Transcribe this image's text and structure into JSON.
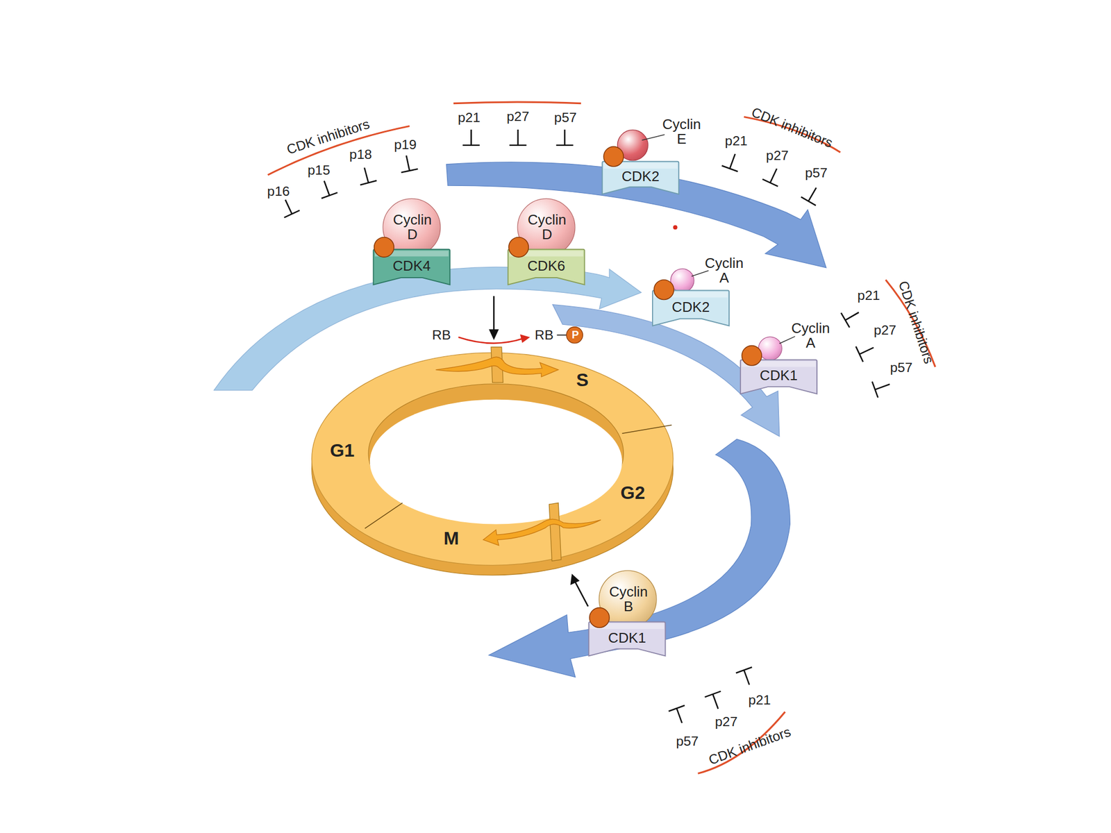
{
  "diagram": {
    "nodes": [
      {
        "text": [
          "Cyclin E"
        ]
      },
      {
        "text": [
          "CDK2"
        ]
      },
      {
        "text": [
          "Cyclin D"
        ]
      },
      {
        "text": [
          "CDK4"
        ]
      },
      {
        "text": [
          "Cyclin D"
        ]
      },
      {
        "text": [
          "CDK6"
        ]
      },
      {
        "text": [
          "Cyclin A"
        ]
      },
      {
        "text": [
          "CDK2"
        ]
      },
      {
        "text": [
          "Cyclin A"
        ]
      },
      {
        "text": [
          "CDK1"
        ]
      },
      {
        "text": [
          "Cyclin B"
        ]
      },
      {
        "text": [
          "CDK1"
        ]
      },
      {
        "text": [
          "P"
        ]
      }
    ],
    "labels": [
      "CDK inhibitors",
      "p16",
      "p15",
      "p18",
      "p19",
      "p21",
      "p27",
      "p57",
      "CDK inhibitors",
      "p21",
      "p27",
      "p57",
      "CDK inhibitors",
      "p21",
      "p27",
      "p57",
      "p57",
      "p27",
      "p21",
      "CDK inhibitors",
      "G1",
      "S",
      "G2",
      "M",
      "RB",
      "RB"
    ]
  }
}
